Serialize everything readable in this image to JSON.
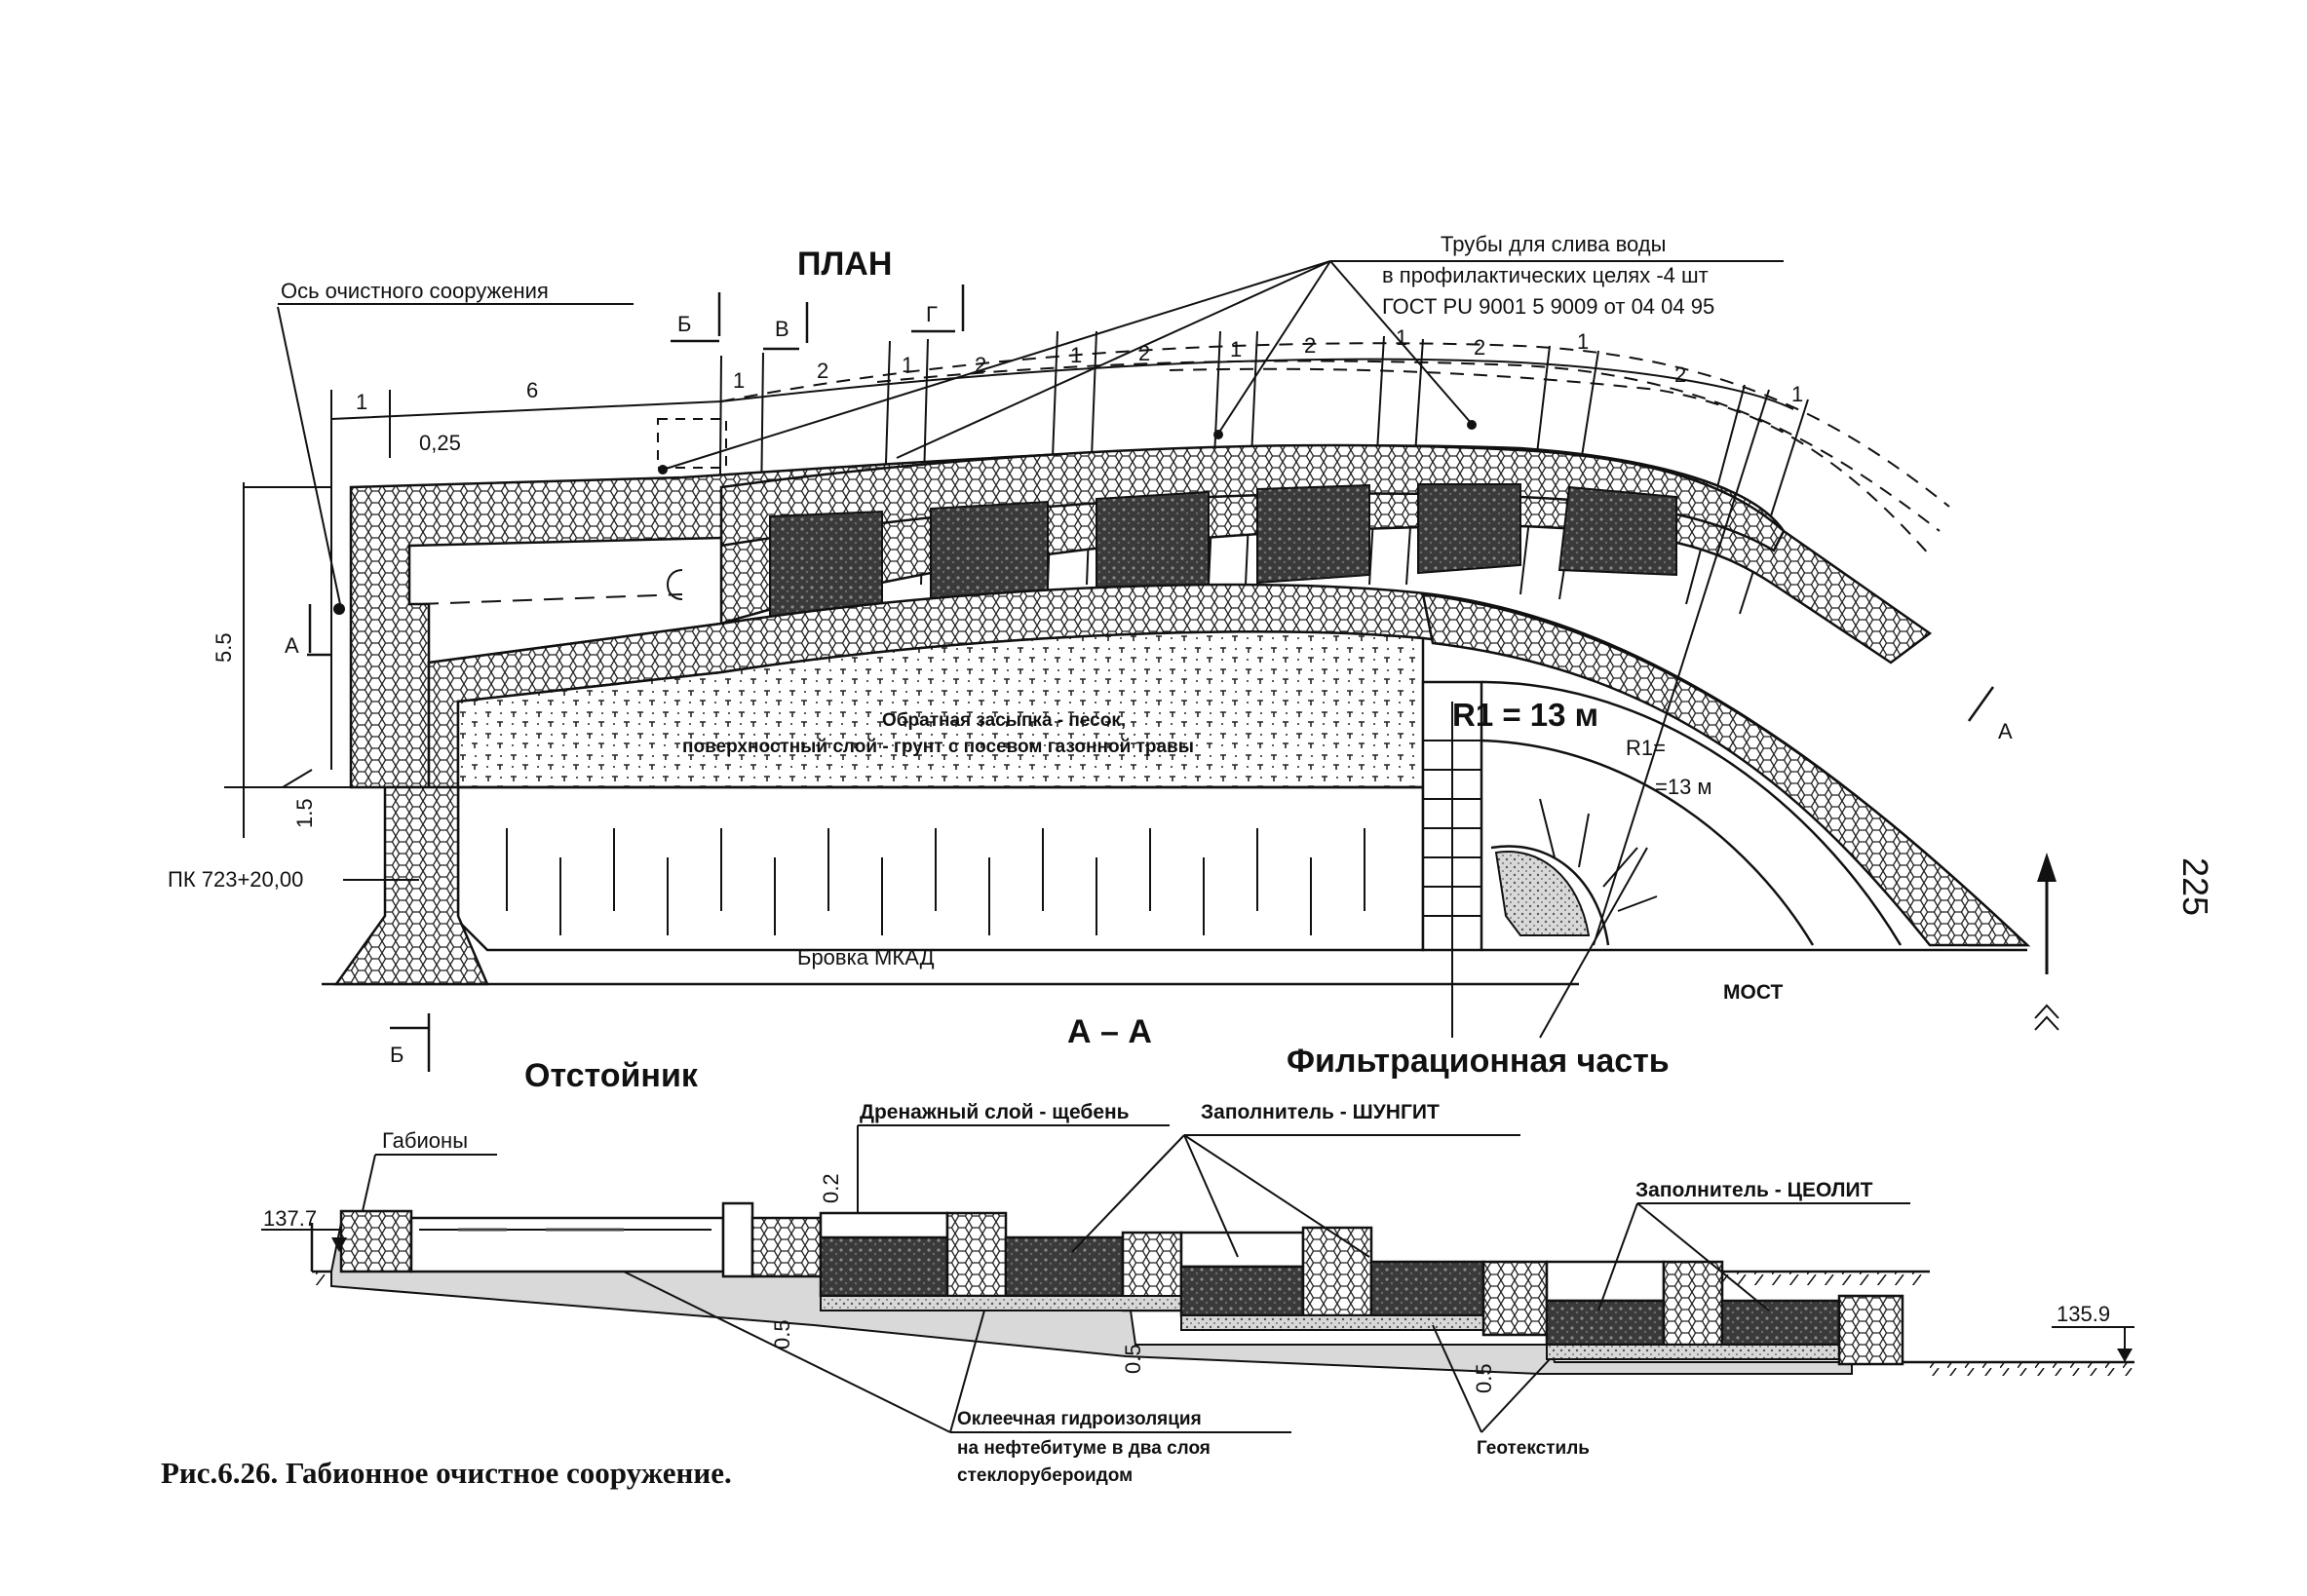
{
  "plan": {
    "title": "ПЛАН",
    "axis_label": "Ось очистного сооружения",
    "pipes_note": [
      "Трубы  для слива воды",
      "в профилактических целях -4 шт",
      "ГОСТ РU 9001 5 9009 от 04 04 95"
    ],
    "section_marks": [
      "Б",
      "В",
      "Г",
      "А",
      "А",
      "Б"
    ],
    "dims_top": [
      "1",
      "6",
      "1",
      "2",
      "1",
      "2",
      "1",
      "2",
      "1",
      "2",
      "1",
      "2",
      "1",
      "2",
      "1"
    ],
    "dim_025": "0,25",
    "dim_55": "5.5",
    "dim_15": "1.5",
    "pk_label": "ПК 723+20,00",
    "backfill_note": [
      "Обратная засыпка - песок,",
      "поверхностный слой - грунт с посевом газонной травы"
    ],
    "radius1": "R1 = 13 м",
    "radius2": [
      "R1=",
      "=13 м"
    ],
    "brovka": "Бровка МКАД",
    "bridge": "МОСТ",
    "filter_part": "Фильтрационная часть",
    "settler": "Отстойник",
    "page_number": "225"
  },
  "section": {
    "title": "А – А",
    "gabions": "Габионы",
    "level_left": "137.7",
    "level_right": "135.9",
    "drainage": "Дренажный слой - щебень",
    "shungite": "Заполнитель - ШУНГИТ",
    "zeolite": "Заполнитель - ЦЕОЛИТ",
    "waterproof": [
      "Оклеечная гидроизоляция",
      "на нефтебитуме в два слоя",
      "стеклорубероидом"
    ],
    "geotextile": "Геотекстиль",
    "dim_02": "0.2",
    "dim_05a": "0.5",
    "dim_05b": "0.5",
    "dim_05c": "0.5"
  },
  "caption": "Рис.6.26. Габионное очистное сооружение."
}
